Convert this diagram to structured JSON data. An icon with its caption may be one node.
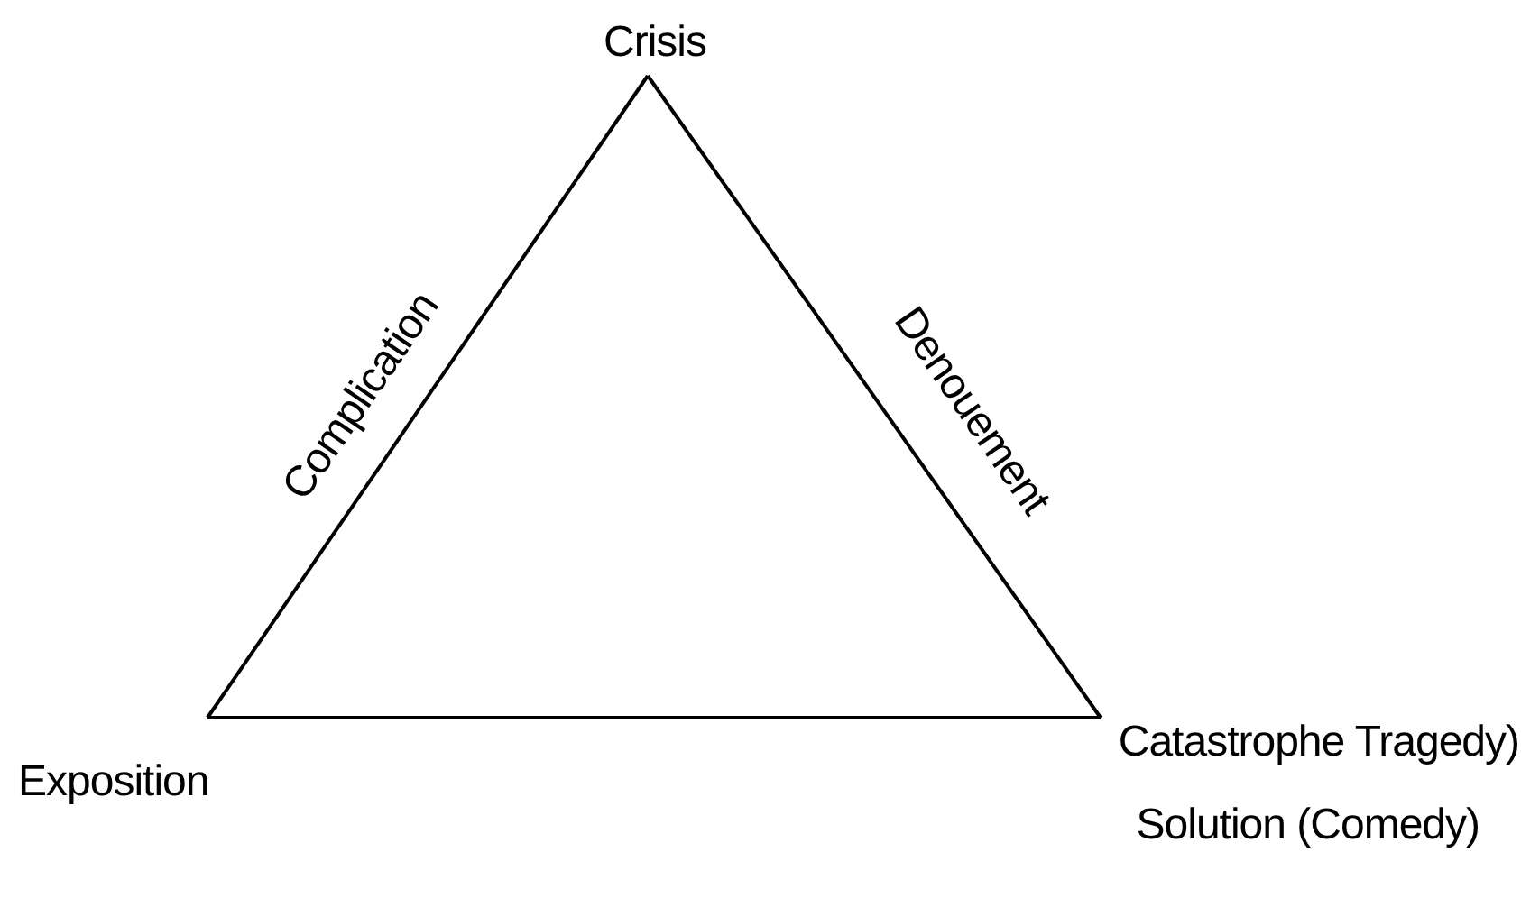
{
  "diagram": {
    "nodes": [
      {
        "text": [
          "Crisis"
        ]
      },
      {
        "text": [
          "Exposition"
        ]
      },
      {
        "text": [
          "Catastrophe Tragedy)",
          "Solution (Comedy)"
        ]
      }
    ],
    "edges": [
      {
        "from": 1,
        "to": 0,
        "arrow": "none",
        "label": "Complication"
      },
      {
        "from": 0,
        "to": 2,
        "arrow": "none",
        "label": "Denouement"
      },
      {
        "from": 1,
        "to": 2,
        "arrow": "none"
      }
    ]
  }
}
